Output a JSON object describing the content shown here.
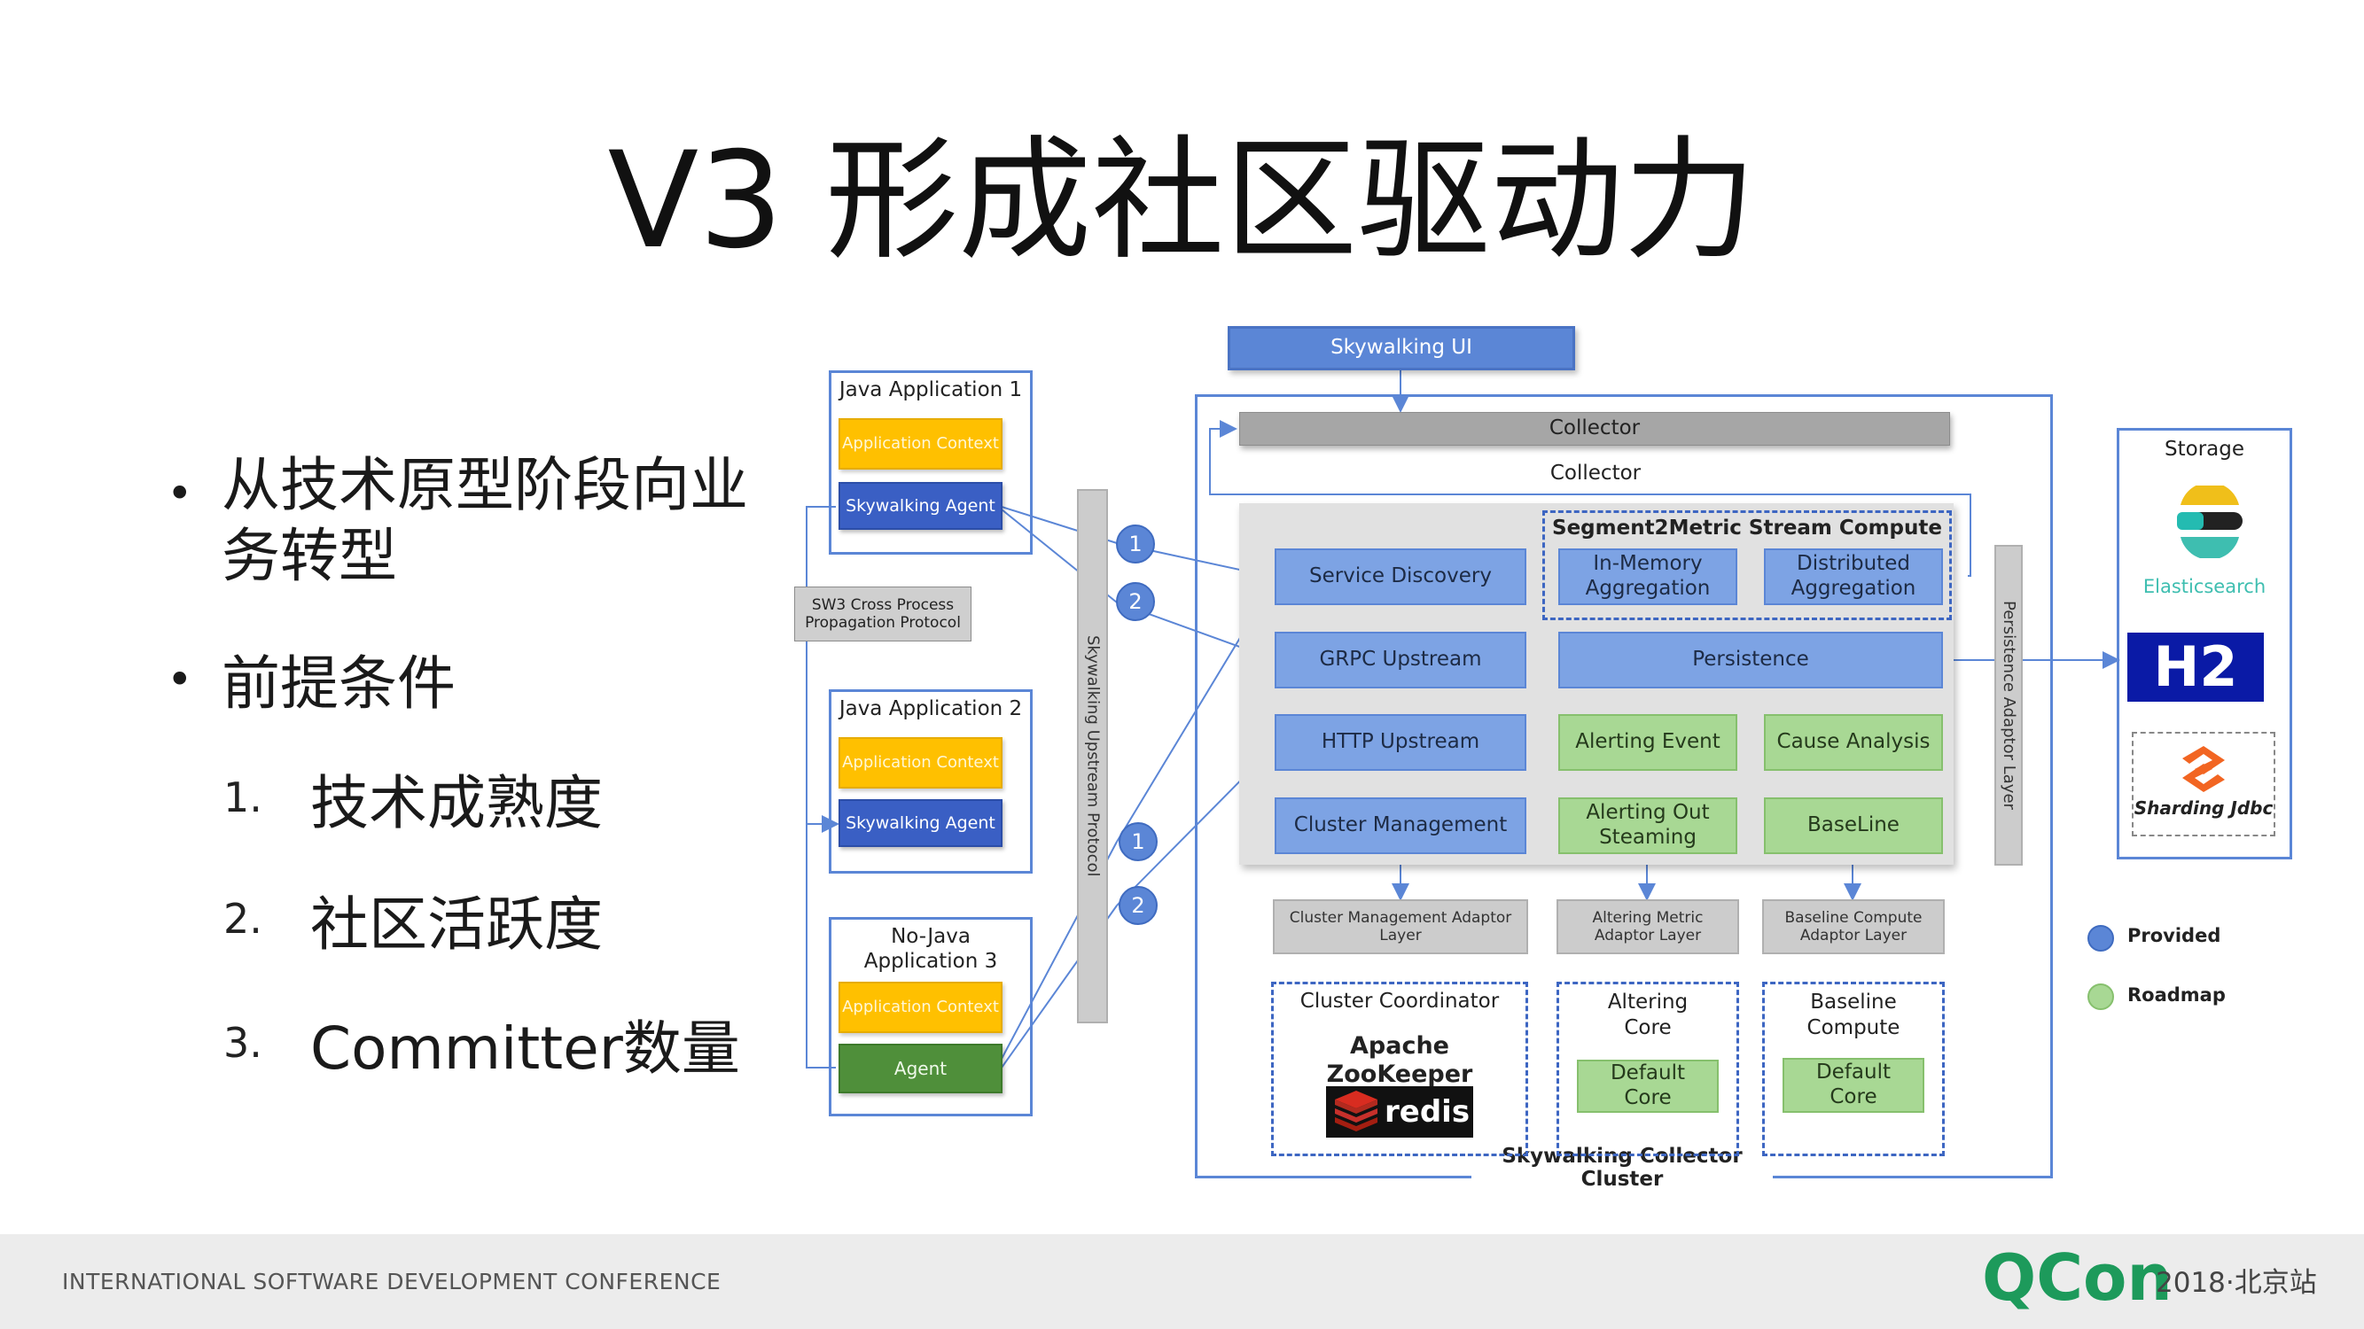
{
  "title": "V3 形成社区驱动力",
  "bullets": {
    "b1": "从技术原型阶段向业务转型",
    "b2": "前提条件",
    "items": [
      {
        "num": "1.",
        "text": "技术成熟度"
      },
      {
        "num": "2.",
        "text": "社区活跃度"
      },
      {
        "num": "3.",
        "text": "Committer数量"
      }
    ]
  },
  "diagram": {
    "ui": "Skywalking UI",
    "collector_bar": "Collector",
    "collector_label": "Collector",
    "apps": {
      "java1": "Java Application 1",
      "java2": "Java Application 2",
      "nonjava": "No-Java Application 3",
      "app_context": "Application Context",
      "sw_agent": "Skywalking Agent",
      "agent": "Agent"
    },
    "protocol": "SW3 Cross Process Propagation Protocol",
    "upstream_protocol": "Skywalking Upstream Protocol",
    "circles": [
      "1",
      "2",
      "1",
      "2"
    ],
    "segment_title": "Segment2Metric Stream Compute",
    "left_col": [
      "Service Discovery",
      "GRPC Upstream",
      "HTTP  Upstream",
      "Cluster Management"
    ],
    "in_memory": "In-Memory Aggregation",
    "distributed": "Distributed Aggregation",
    "persistence": "Persistence",
    "alerting_event": "Alerting Event",
    "cause_analysis": "Cause Analysis",
    "alerting_out": "Alerting Out Steaming",
    "baseline": "BaseLine",
    "adaptors": [
      "Cluster Management Adaptor Layer",
      "Altering Metric Adaptor Layer",
      "Baseline Compute Adaptor Layer"
    ],
    "cluster_coord": "Cluster Coordinator",
    "zookeeper": "Apache ZooKeeper",
    "redis": "redis",
    "altering_core": "Altering Core",
    "baseline_compute": "Baseline Compute",
    "default_core": "Default Core",
    "cluster_label": "Skywalking Collector Cluster",
    "persistence_adaptor": "Persistence Adaptor Layer",
    "storage": "Storage",
    "elasticsearch": "Elasticsearch",
    "h2": "H2",
    "sharding": "Sharding Jdbc",
    "legend": [
      {
        "label": "Provided",
        "color": "#5b86d6"
      },
      {
        "label": "Roadmap",
        "color": "#a8d894"
      }
    ]
  },
  "footer": {
    "conference": "INTERNATIONAL SOFTWARE DEVELOPMENT CONFERENCE",
    "brand": "QCon",
    "event": "2018·北京站"
  },
  "colors": {
    "provided": "#5b86d6",
    "roadmap": "#a8d894",
    "brand": "#1d9a5b"
  }
}
